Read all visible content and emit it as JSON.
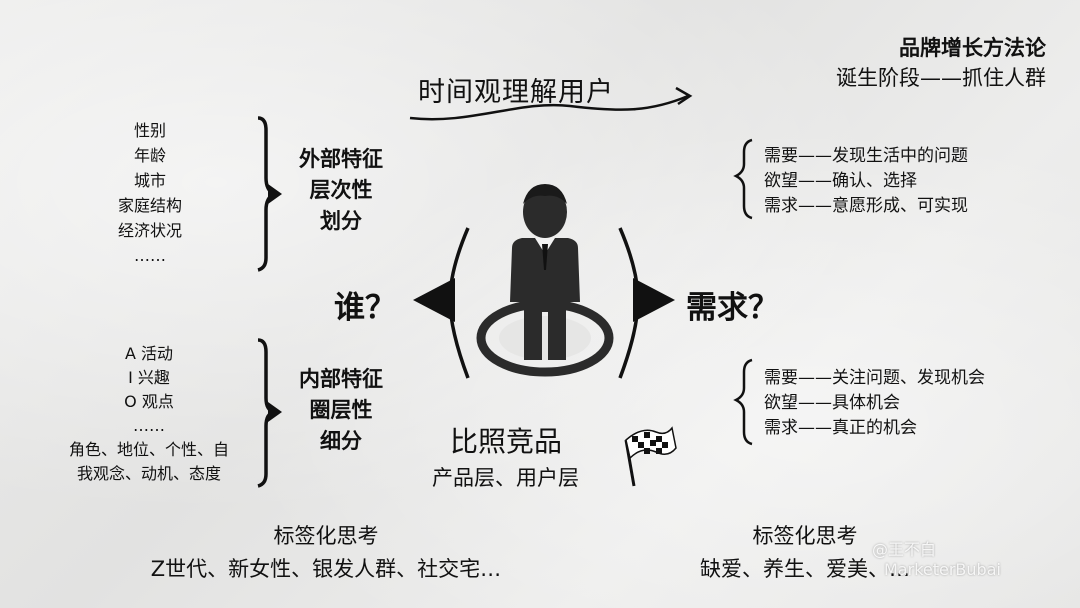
{
  "header": {
    "title": "品牌增长方法论",
    "subtitle": "诞生阶段——抓住人群"
  },
  "top_banner": "时间观理解用户",
  "left_top": {
    "items": [
      "性别",
      "年龄",
      "城市",
      "家庭结构",
      "经济状况",
      "……"
    ],
    "heading_lines": [
      "外部特征",
      "层次性",
      "划分"
    ]
  },
  "left_bottom": {
    "items": [
      "A 活动",
      "I  兴趣",
      "O 观点",
      "……",
      "角色、地位、个性、自",
      "我观念、动机、态度"
    ],
    "heading_lines": [
      "内部特征",
      "圈层性",
      "细分"
    ]
  },
  "who_label": "谁？",
  "need_label": "需求？",
  "center": {
    "title": "比照竞品",
    "subtitle": "产品层、用户层"
  },
  "right_top": {
    "items": [
      "需要——发现生活中的问题",
      "欲望——确认、选择",
      "需求——意愿形成、可实现"
    ]
  },
  "right_bottom": {
    "items": [
      "需要——关注问题、发现机会",
      "欲望——具体机会",
      "需求——真正的机会"
    ]
  },
  "bottom_left": {
    "heading": "标签化思考",
    "text": "Z世代、新女性、银发人群、社交宅…"
  },
  "bottom_right": {
    "heading": "标签化思考",
    "text": "缺爱、养生、爱美、…"
  },
  "watermark": {
    "line1": "@王不白",
    "line2": "MarketerBubai"
  },
  "colors": {
    "ink": "#111111",
    "figure": "#2b2b2b",
    "paper": "#e9e9e8"
  }
}
